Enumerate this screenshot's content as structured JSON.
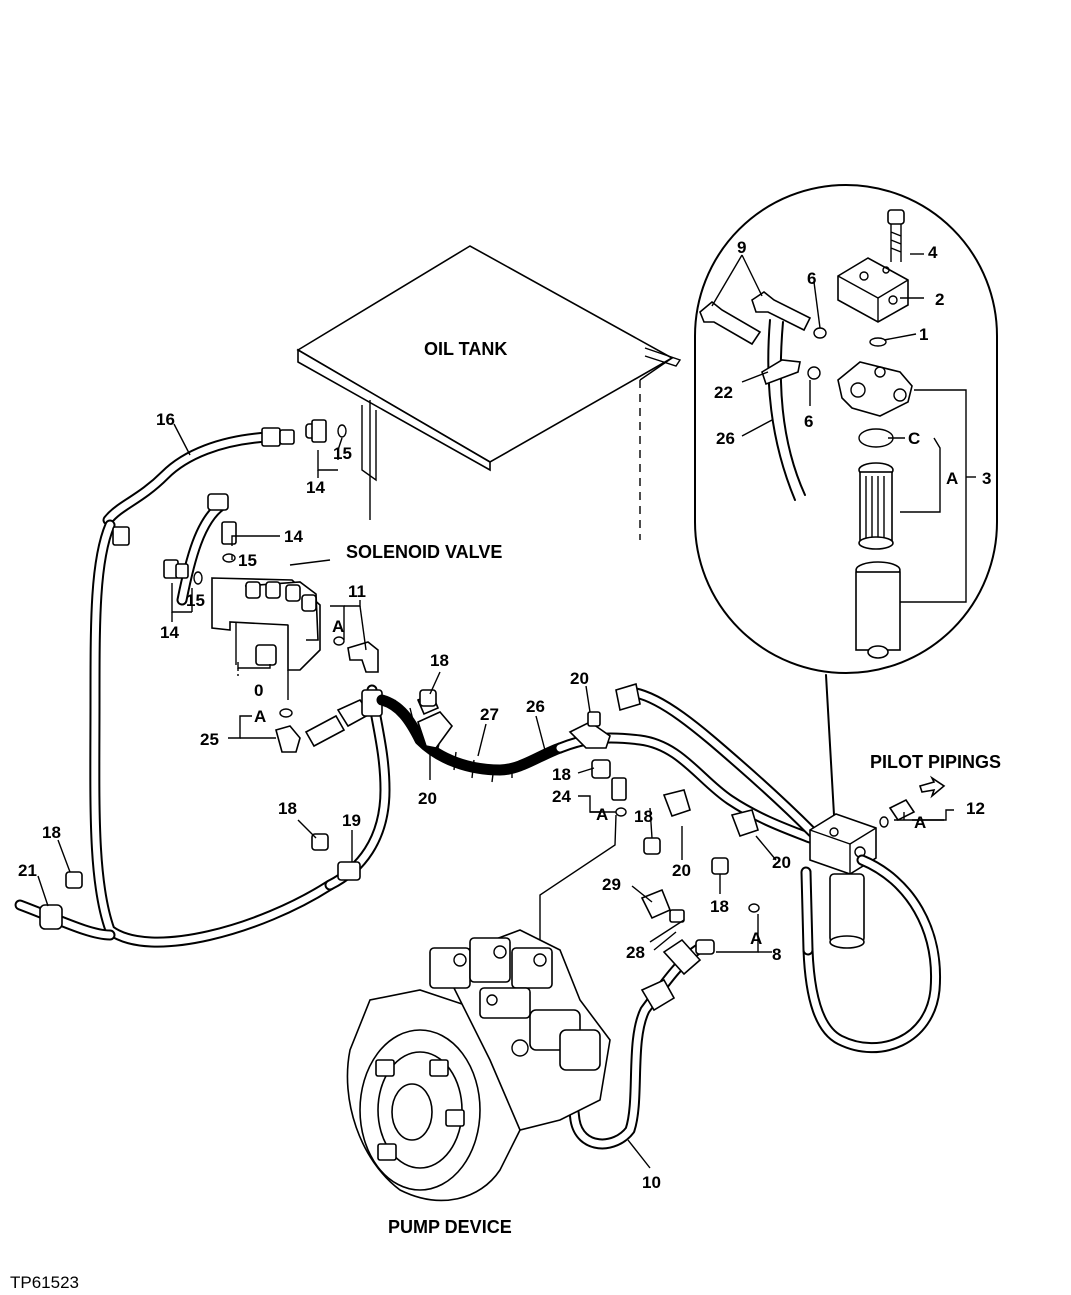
{
  "figure_id": "TP61523",
  "titles": {
    "oil_tank": "OIL TANK",
    "solenoid_valve": "SOLENOID VALVE",
    "pilot_pipings": "PILOT PIPINGS",
    "pump_device": "PUMP DEVICE"
  },
  "callouts": {
    "n0": "0",
    "n1": "1",
    "n2": "2",
    "n3": "3",
    "n4": "4",
    "n6a": "6",
    "n6b": "6",
    "n8": "8",
    "n9": "9",
    "n10": "10",
    "n11": "11",
    "n12": "12",
    "n14a": "14",
    "n14b": "14",
    "n14c": "14",
    "n15a": "15",
    "n15b": "15",
    "n15c": "15",
    "n16": "16",
    "n18a": "18",
    "n18b": "18",
    "n18c": "18",
    "n18d": "18",
    "n18e": "18",
    "n18f": "18",
    "n19": "19",
    "n20a": "20",
    "n20b": "20",
    "n20c": "20",
    "n20d": "20",
    "n21": "21",
    "n22": "22",
    "n24": "24",
    "n25": "25",
    "n26a": "26",
    "n26b": "26",
    "n27": "27",
    "n28": "28",
    "n29": "29",
    "a1": "A",
    "a2": "A",
    "a3": "A",
    "a4": "A",
    "a5": "A",
    "a6": "A",
    "c1": "C"
  }
}
